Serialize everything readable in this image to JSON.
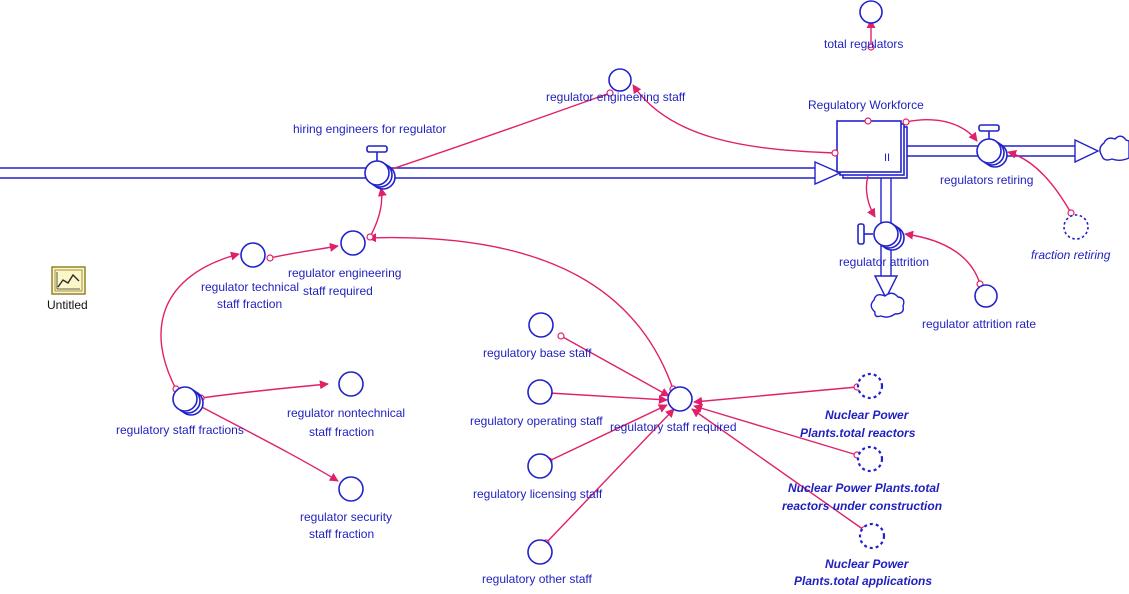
{
  "labels": {
    "total_regulators": "total regulators",
    "regulatory_workforce": "Regulatory Workforce",
    "regulator_engineering_staff": "regulator engineering staff",
    "hiring_engineers": "hiring engineers for regulator",
    "regulators_retiring": "regulators retiring",
    "fraction_retiring": "fraction retiring",
    "regulator_attrition": "regulator attrition",
    "regulator_attrition_rate": "regulator attrition rate",
    "untitled": "Untitled",
    "tech_fraction_1": "regulator technical",
    "tech_fraction_2": "staff fraction",
    "eng_required_1": "regulator engineering",
    "eng_required_2": "staff required",
    "base_staff": "regulatory base staff",
    "operating_staff": "regulatory operating staff",
    "staff_required": "regulatory staff required",
    "licensing_staff": "regulatory licensing staff",
    "other_staff": "regulatory other staff",
    "staff_fractions": "regulatory staff fractions",
    "nontech_1": "regulator nontechnical",
    "nontech_2": "staff fraction",
    "security_1": "regulator security",
    "security_2": "staff fraction",
    "npp_reactors_1": "Nuclear Power",
    "npp_reactors_2": "Plants.total reactors",
    "npp_construction_1": "Nuclear Power Plants.total",
    "npp_construction_2": "reactors under construction",
    "npp_applications_1": "Nuclear Power",
    "npp_applications_2": "Plants.total applications",
    "stock_marker": "II"
  },
  "colors": {
    "node": "#2222cc",
    "link": "#e0206a",
    "text": "#1f1fbf",
    "graph_icon_fill": "#fdf6c8",
    "graph_icon_border": "#8a7a20"
  },
  "icons": {
    "graph": "line-graph-icon",
    "cloud": "cloud-icon",
    "valve": "valve-icon"
  }
}
